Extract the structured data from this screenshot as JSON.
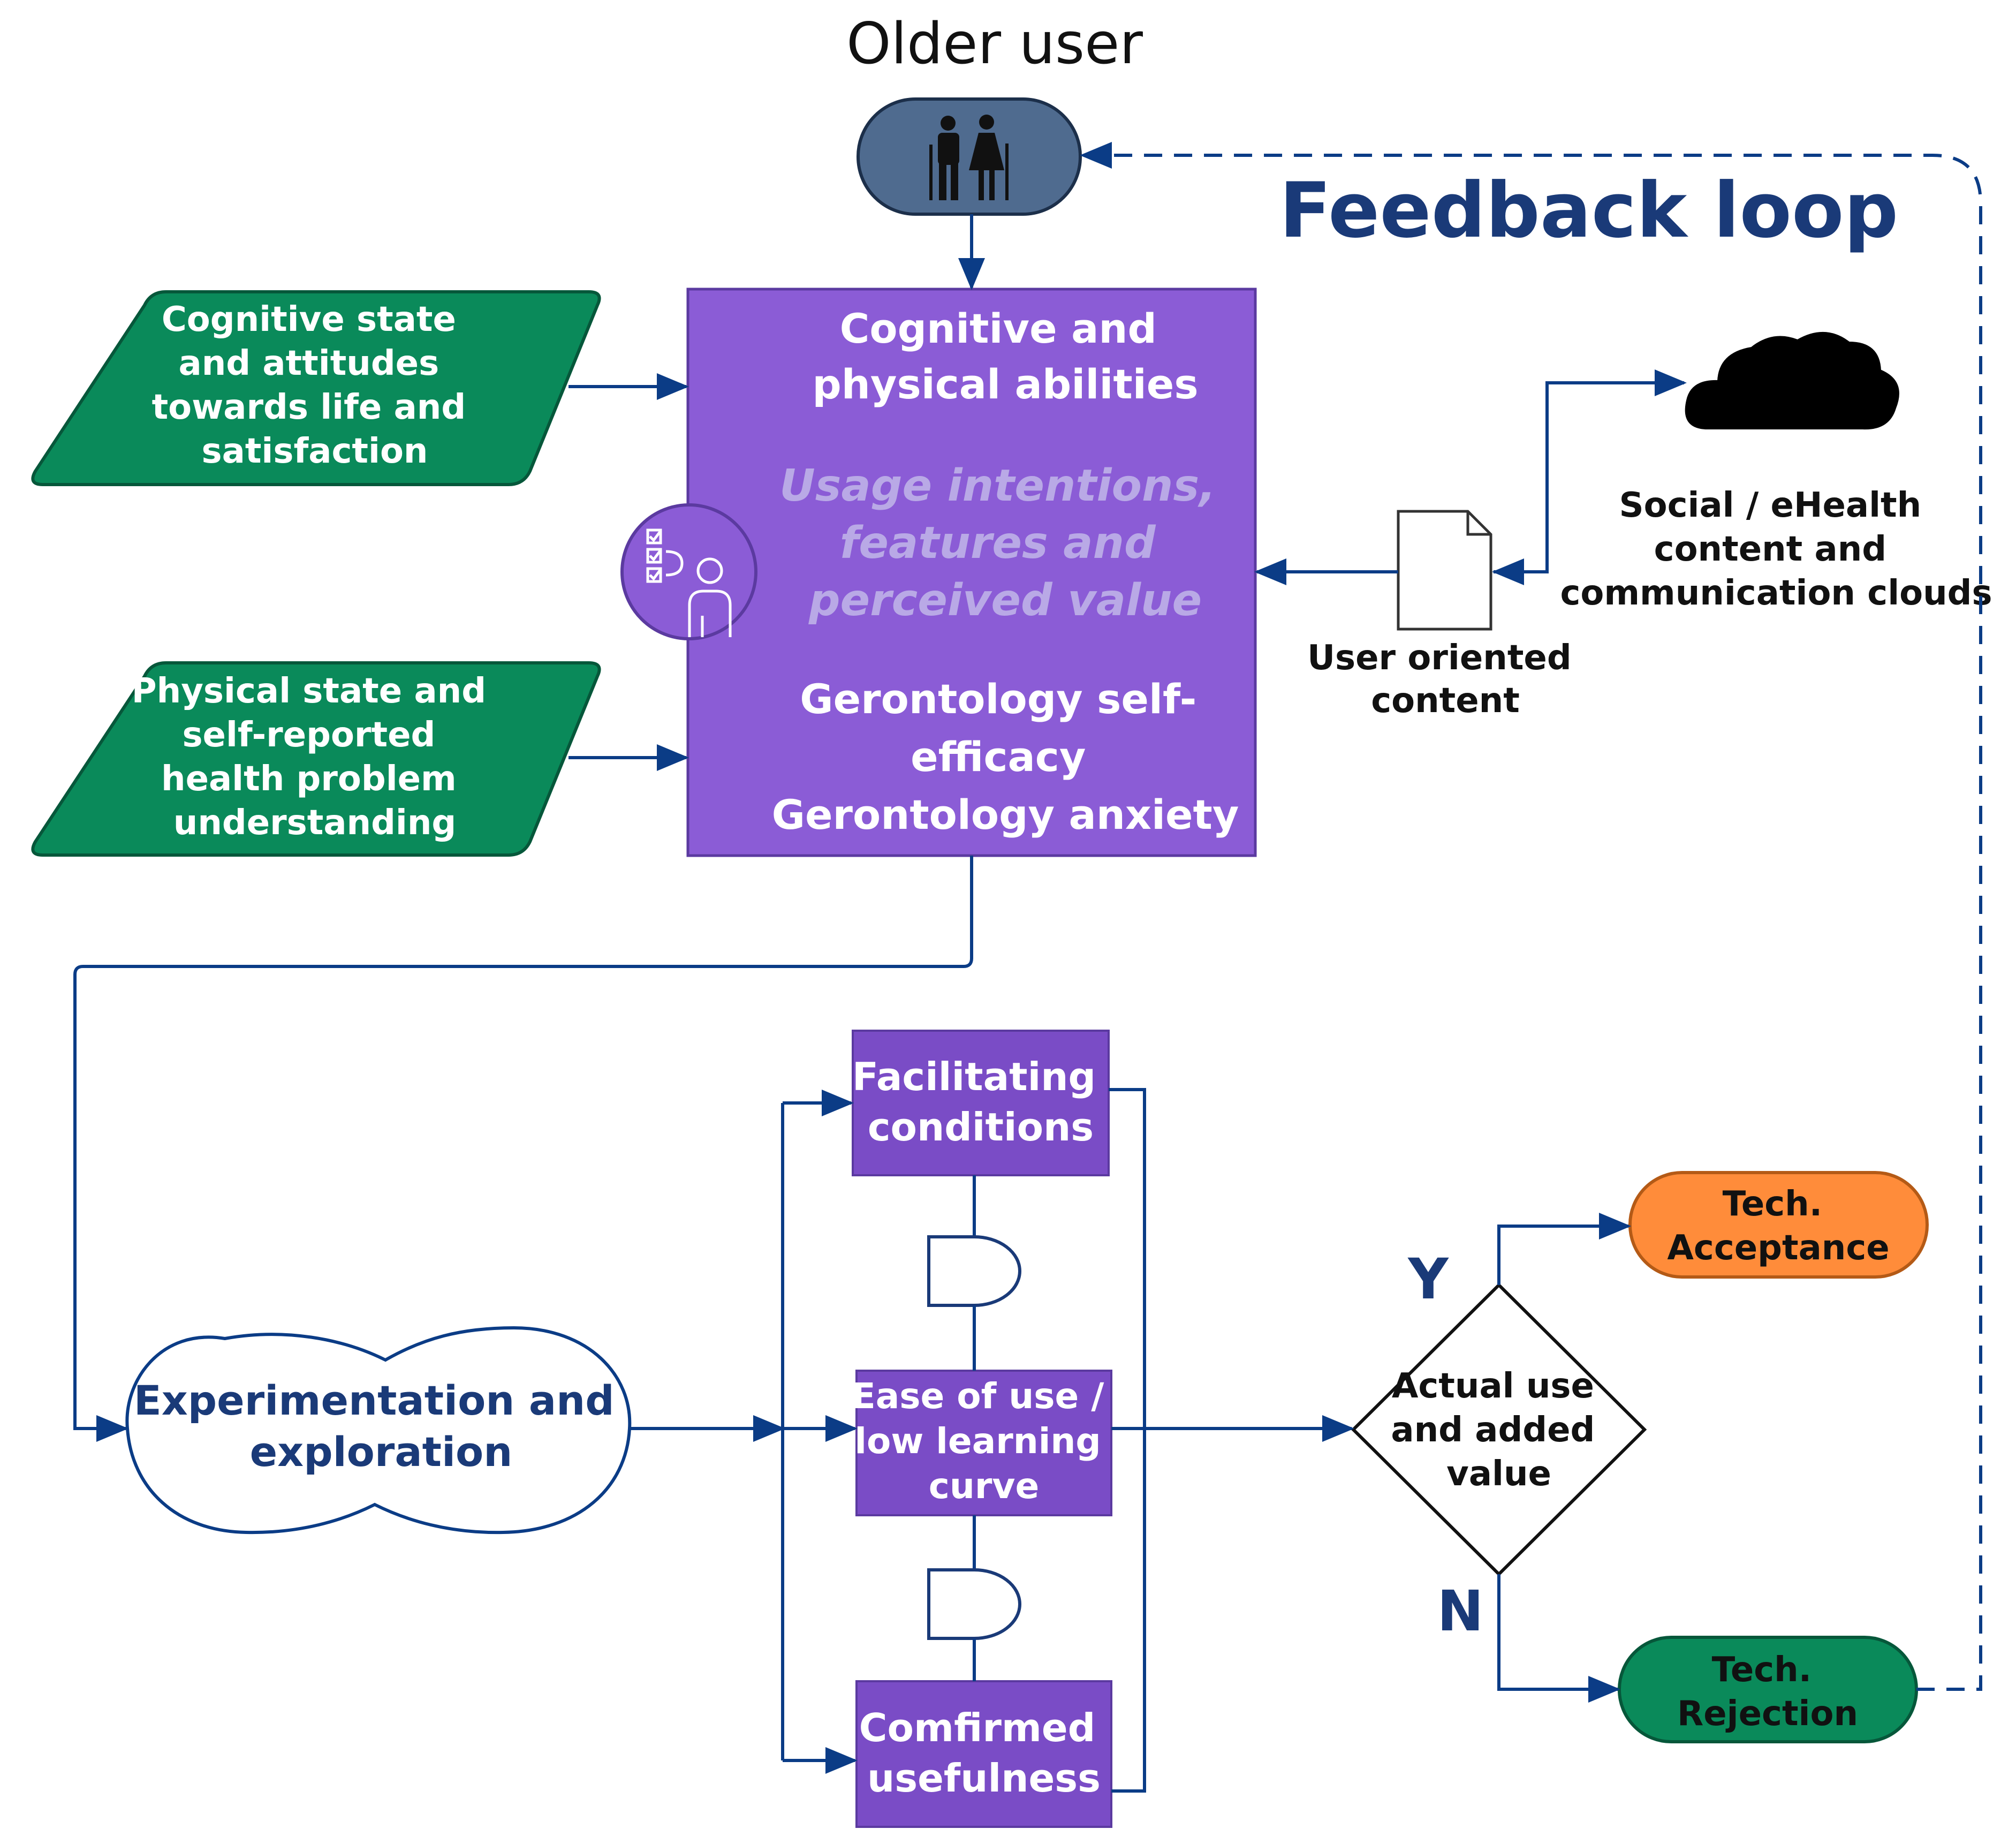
{
  "title": "Older user",
  "feedback_label": "Feedback loop",
  "inputs": {
    "cognitive": [
      "Cognitive state",
      "and attitudes",
      "towards life and",
      "satisfaction"
    ],
    "physical": [
      "Physical state and",
      "self-reported",
      "health problem",
      "understanding"
    ]
  },
  "central": {
    "abilities": [
      "Cognitive and",
      "physical abilities"
    ],
    "intentions": [
      "Usage intentions,",
      "features and",
      "perceived value"
    ],
    "gerontology": [
      "Gerontology self-",
      "efficacy",
      "Gerontology anxiety"
    ]
  },
  "user_content": [
    "User oriented",
    "content"
  ],
  "clouds": [
    "Social / eHealth",
    "content and",
    "communication clouds"
  ],
  "experimentation": [
    "Experimentation and",
    "exploration"
  ],
  "factors": {
    "facilitating": [
      "Facilitating",
      "conditions"
    ],
    "ease": [
      "Ease of use /",
      "low learning",
      "curve"
    ],
    "usefulness": [
      "Comfirmed",
      "usefulness"
    ]
  },
  "decision": [
    "Actual use",
    "and added",
    "value"
  ],
  "yes_label": "Y",
  "no_label": "N",
  "acceptance": [
    "Tech.",
    "Acceptance"
  ],
  "rejection": [
    "Tech.",
    "Rejection"
  ],
  "colors": {
    "green": "#0a8a5a",
    "purple": "#8b5cd6",
    "purple_dark": "#7a4cc6",
    "slate": "#4f6b8f",
    "orange": "#ff8c3a",
    "navy": "#0b3c86"
  },
  "icons": [
    "elderly-couple-icon",
    "survey-person-icon",
    "document-icon",
    "cloud-icon",
    "and-gate-icon"
  ]
}
